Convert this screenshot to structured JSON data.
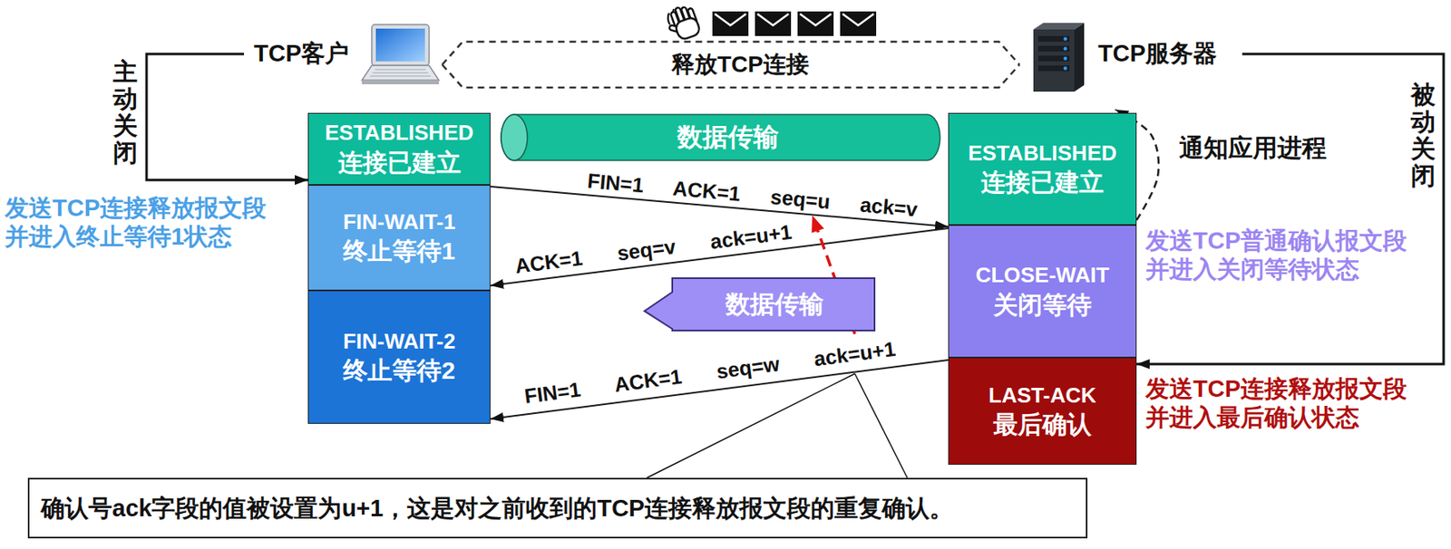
{
  "diagram": {
    "nodes": [
      {
        "text": [
          "TCP客户"
        ]
      },
      {
        "text": [
          "TCP服务器"
        ]
      },
      {
        "text": [
          "ESTABLISHED",
          "连接已建立"
        ]
      },
      {
        "text": [
          "FIN-WAIT-1",
          "终止等待1"
        ]
      },
      {
        "text": [
          "FIN-WAIT-2",
          "终止等待2"
        ]
      },
      {
        "text": [
          "数据传输"
        ]
      },
      {
        "text": [
          "ESTABLISHED",
          "连接已建立"
        ]
      },
      {
        "text": [
          "CLOSE-WAIT",
          "关闭等待"
        ]
      },
      {
        "text": [
          "LAST-ACK",
          "最后确认"
        ]
      },
      {
        "text": [
          "数据传输"
        ]
      },
      {
        "text": [
          "确认号ack字段的值被设置为u+1，这是对之前收到的TCP连接释放报文段的重复确认。"
        ]
      }
    ],
    "edges": [
      {
        "from": 0,
        "to": 1,
        "arrow": "both",
        "label": "释放TCP连接"
      },
      {
        "from": 0,
        "to": 2,
        "arrow": "to",
        "label": "主动关闭"
      },
      {
        "from": 1,
        "to": 8,
        "arrow": "to",
        "label": "被动关闭"
      },
      {
        "from": 6,
        "to": 1,
        "arrow": "to",
        "label": "通知应用进程"
      },
      {
        "from": 3,
        "to": 7,
        "arrow": "to",
        "label": "FIN=1 ACK=1 seq=u ack=v"
      },
      {
        "from": 7,
        "to": 3,
        "arrow": "to",
        "label": "ACK=1 seq=v ack=u+1"
      },
      {
        "from": 8,
        "to": 4,
        "arrow": "to",
        "label": "FIN=1 ACK=1 seq=w ack=u+1"
      }
    ],
    "labels": [
      "发送TCP连接释放报文段 并进入终止等待1状态",
      "发送TCP普通确认报文段 并进入关闭等待状态",
      "发送TCP连接释放报文段 并进入最后确认状态"
    ]
  }
}
